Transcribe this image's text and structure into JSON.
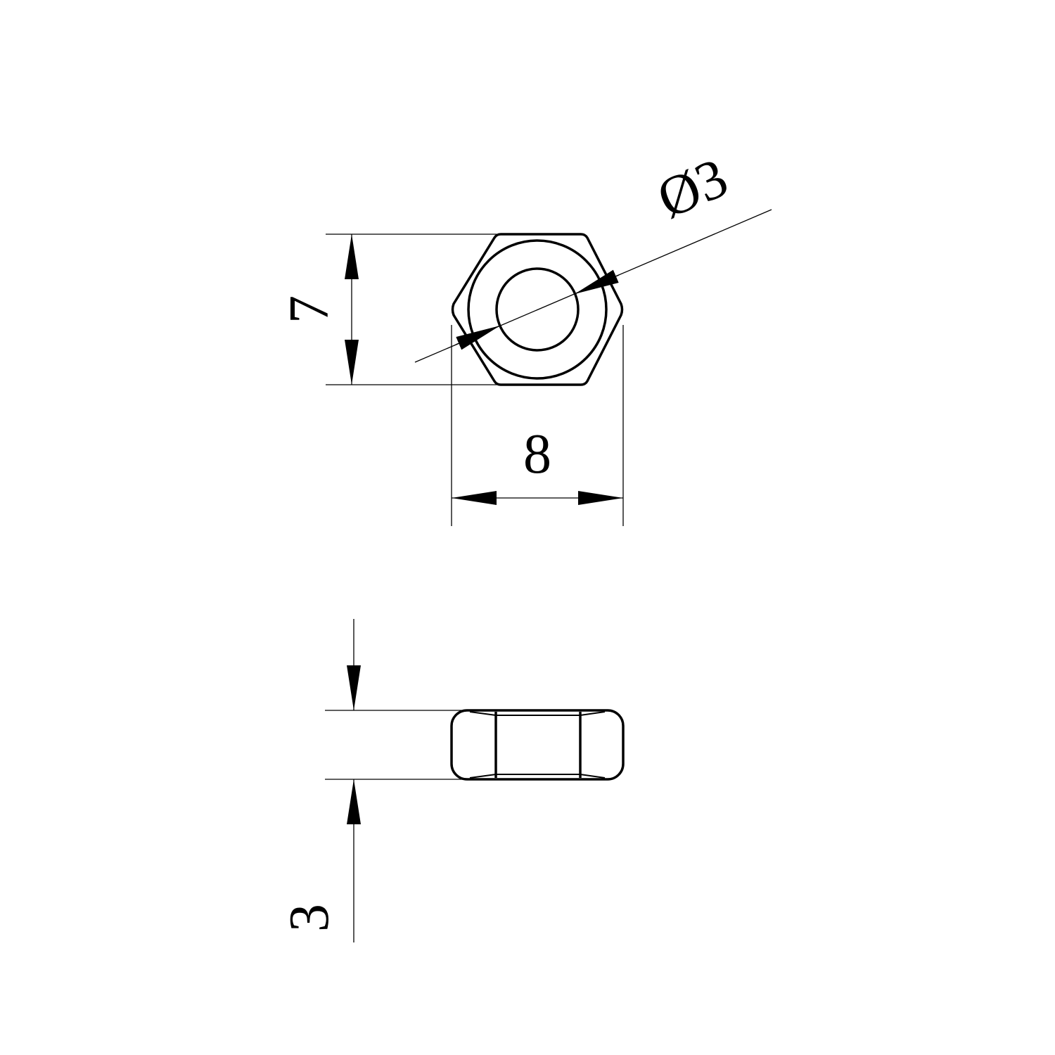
{
  "drawing": {
    "title": "Hex nut M3",
    "colors": {
      "line": "#000000",
      "background": "#ffffff"
    },
    "top_view": {
      "height_dimension": "7",
      "width_dimension": "8",
      "hole_dimension": "Ø3"
    },
    "side_view": {
      "thickness_dimension": "3"
    }
  }
}
